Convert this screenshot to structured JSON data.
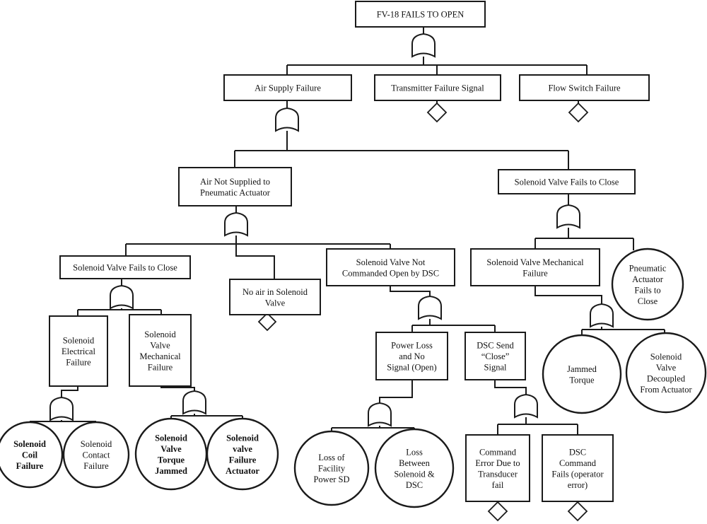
{
  "nodes": [
    {
      "id": "top",
      "lines": [
        "FV-18 FAILS TO OPEN"
      ]
    },
    {
      "id": "air_supply",
      "lines": [
        "Air Supply Failure"
      ]
    },
    {
      "id": "transmitter",
      "lines": [
        "Transmitter Failure Signal"
      ]
    },
    {
      "id": "flow_switch",
      "lines": [
        "Flow Switch Failure"
      ]
    },
    {
      "id": "air_not_supplied",
      "lines": [
        "Air Not Supplied to",
        "Pneumatic Actuator"
      ]
    },
    {
      "id": "sv_fails_close_r",
      "lines": [
        "Solenoid Valve Fails to Close"
      ]
    },
    {
      "id": "sv_fails_close_l",
      "lines": [
        "Solenoid Valve Fails to Close"
      ]
    },
    {
      "id": "no_air",
      "lines": [
        "No air in Solenoid",
        "Valve"
      ]
    },
    {
      "id": "sv_not_commanded",
      "lines": [
        "Solenoid Valve Not",
        "Commanded Open by DSC"
      ]
    },
    {
      "id": "sv_mech_failure_r",
      "lines": [
        "Solenoid Valve Mechanical",
        "Failure"
      ]
    },
    {
      "id": "pneumatic_actuator",
      "lines": [
        "Pneumatic",
        "Actuator",
        "Fails to",
        "Close"
      ]
    },
    {
      "id": "sol_elec",
      "lines": [
        "Solenoid",
        "Electrical",
        "Failure"
      ]
    },
    {
      "id": "sv_mech_failure_l",
      "lines": [
        "Solenoid",
        "Valve",
        "Mechanical",
        "Failure"
      ]
    },
    {
      "id": "power_loss",
      "lines": [
        "Power Loss",
        "and No",
        "Signal (Open)"
      ]
    },
    {
      "id": "dsc_send",
      "lines": [
        "DSC Send",
        "“Close”",
        "Signal"
      ]
    },
    {
      "id": "jammed_torque",
      "lines": [
        "Jammed",
        "Torque"
      ]
    },
    {
      "id": "sv_decoupled",
      "lines": [
        "Solenoid",
        "Valve",
        "Decoupled",
        "From Actuator"
      ]
    },
    {
      "id": "coil",
      "lines": [
        "Solenoid",
        "Coil",
        "Failure"
      ]
    },
    {
      "id": "contact",
      "lines": [
        "Solenoid",
        "Contact",
        "Failure"
      ]
    },
    {
      "id": "torque_jammed",
      "lines": [
        "Solenoid",
        "Valve",
        "Torque",
        "Jammed"
      ]
    },
    {
      "id": "valve_actuator",
      "lines": [
        "Solenoid",
        "valve",
        "Failure",
        "Actuator"
      ]
    },
    {
      "id": "loss_facility",
      "lines": [
        "Loss of",
        "Facility",
        "Power SD"
      ]
    },
    {
      "id": "loss_between",
      "lines": [
        "Loss",
        "Between",
        "Solenoid &",
        "DSC"
      ]
    },
    {
      "id": "command_error",
      "lines": [
        "Command",
        "Error Due to",
        "Transducer",
        "fail"
      ]
    },
    {
      "id": "dsc_command",
      "lines": [
        "DSC",
        "Command",
        "Fails (operator",
        "error)"
      ]
    }
  ]
}
